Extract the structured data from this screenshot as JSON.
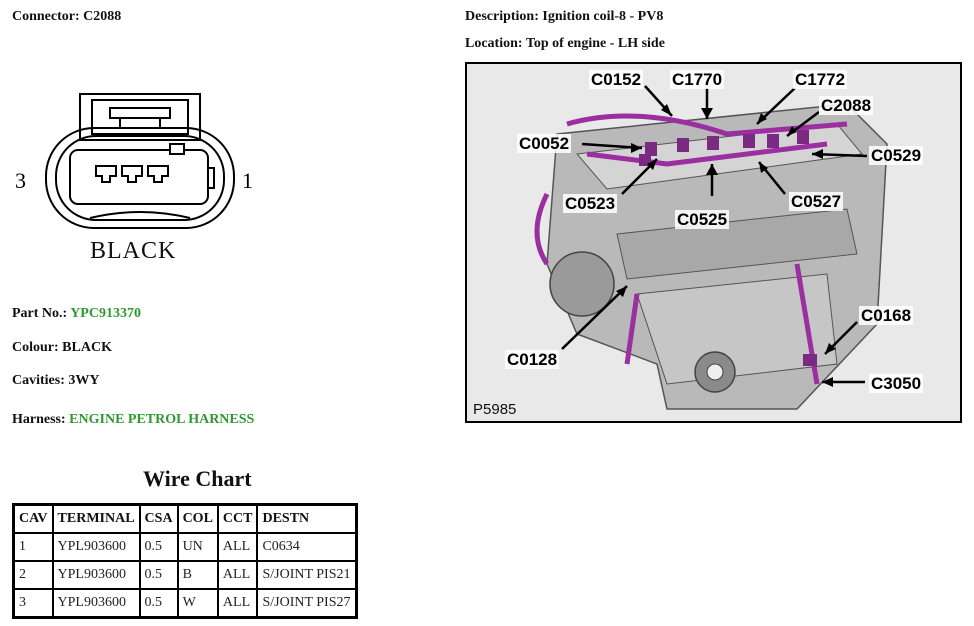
{
  "connector": {
    "label": "Connector:",
    "id": "C2088",
    "pin_left": "3",
    "pin_right": "1",
    "color_label": "BLACK"
  },
  "description": {
    "label": "Description:",
    "value": "Ignition coil-8 - PV8"
  },
  "location": {
    "label": "Location:",
    "value": "Top of engine - LH side"
  },
  "part_no": {
    "label": "Part No.:",
    "value": "YPC913370"
  },
  "colour": {
    "label": "Colour:",
    "value": "BLACK"
  },
  "cavities": {
    "label": "Cavities:",
    "value": "3WY"
  },
  "harness": {
    "label": "Harness:",
    "value": "ENGINE PETROL HARNESS"
  },
  "accent_color": "#2e9a2e",
  "wire_chart": {
    "title": "Wire Chart",
    "headers": [
      "CAV",
      "TERMINAL",
      "CSA",
      "COL",
      "CCT",
      "DESTN"
    ],
    "rows": [
      [
        "1",
        "YPL903600",
        "0.5",
        "UN",
        "ALL",
        "C0634"
      ],
      [
        "2",
        "YPL903600",
        "0.5",
        "B",
        "ALL",
        "S/JOINT PIS21"
      ],
      [
        "3",
        "YPL903600",
        "0.5",
        "W",
        "ALL",
        "S/JOINT PIS27"
      ]
    ]
  },
  "figure": {
    "id": "P5985",
    "callouts": [
      "C0152",
      "C1770",
      "C1772",
      "C2088",
      "C0052",
      "C0529",
      "C0523",
      "C0525",
      "C0527",
      "C0168",
      "C0128",
      "C3050"
    ]
  }
}
